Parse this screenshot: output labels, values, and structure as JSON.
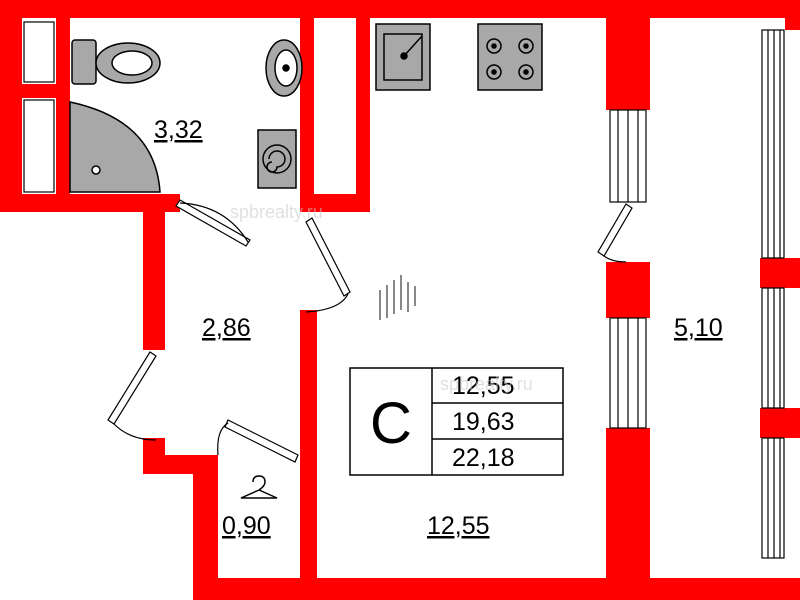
{
  "plan": {
    "colors": {
      "wall": "#ff0000",
      "fixture_fill": "#a8a8a8",
      "fixture_stroke": "#000000",
      "background": "#ffffff"
    },
    "rooms": {
      "bathroom_area": "3,32",
      "hallway_area": "2,86",
      "closet_area": "0,90",
      "main_room_area": "12,55",
      "balcony_area": "5,10"
    },
    "summary": {
      "type_letter": "С",
      "living_area": "12,55",
      "total_area": "19,63",
      "total_with_balcony": "22,18"
    },
    "watermark": "spbrealty.ru",
    "icons": [
      "toilet-icon",
      "sink-icon",
      "shower-tray-icon",
      "washing-machine-icon",
      "kitchen-sink-icon",
      "stove-icon",
      "hanger-icon",
      "radiator-icon"
    ]
  }
}
